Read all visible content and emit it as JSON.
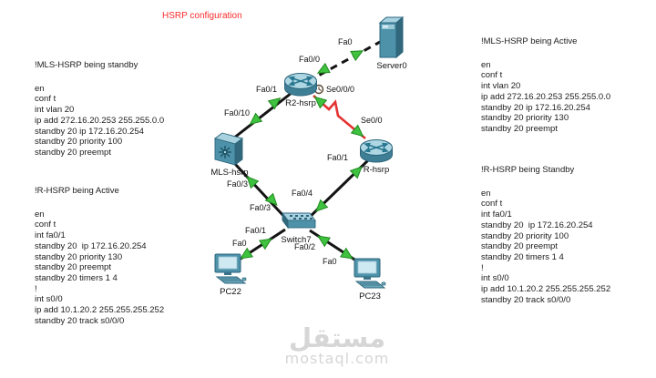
{
  "title": {
    "text": "HSRP configuration",
    "color": "#fb2b2b"
  },
  "config_blocks": [
    {
      "title": "!MLS-HSRP being standby",
      "lines": [
        "en",
        "conf t",
        "int vlan 20",
        "ip add 272.16.20.253 255.255.0.0",
        "standby 20 ip 172.16.20.254",
        "standby 20 priority 100",
        "standby 20 preempt"
      ]
    },
    {
      "title": "!R-HSRP being Active",
      "lines": [
        "en",
        "conf t",
        "int fa0/1",
        "standby 20  ip 172.16.20.254",
        "standby 20 priority 130",
        "standby 20 preempt",
        "standby 20 timers 1 4",
        "!",
        "int s0/0",
        "ip add 10.1.20.2 255.255.255.252",
        "standby 20 track s0/0/0"
      ]
    },
    {
      "title": "!MLS-HSRP being Active",
      "lines": [
        "en",
        "conf t",
        "int vlan 20",
        "ip add 272.16.20.253 255.255.0.0",
        "standby 20 ip 172.16.20.254",
        "standby 20 priority 130",
        "standby 20 preempt"
      ]
    },
    {
      "title": "!R-HSRP being Standby",
      "lines": [
        "en",
        "conf t",
        "int fa0/1",
        "standby 20  ip 172.16.20.254",
        "standby 20 priority 100",
        "standby 20 preempt",
        "standby 20 timers 1 4",
        "!",
        "int s0/0",
        "ip add 10.1.20.2 255.255.255.252",
        "standby 20 track s0/0/0"
      ]
    }
  ],
  "devices": {
    "server": {
      "name": "Server0",
      "type": "server"
    },
    "r2": {
      "name": "R2-hsrp",
      "type": "router"
    },
    "mls": {
      "name": "MLS-hsrp",
      "type": "multilayer-switch"
    },
    "r": {
      "name": "R-hsrp",
      "type": "router"
    },
    "switch": {
      "name": "Switch7",
      "type": "switch"
    },
    "pc22": {
      "name": "PC22",
      "type": "pc"
    },
    "pc23": {
      "name": "PC23",
      "type": "pc"
    }
  },
  "ports": {
    "server_fa0": "Fa0",
    "r2_fa00": "Fa0/0",
    "r2_fa01": "Fa0/1",
    "mls_fa010": "Fa0/10",
    "r2_se000": "Se0/0/0",
    "r_se00": "Se0/0",
    "r_fa01": "Fa0/1",
    "mls_fa03": "Fa0/3",
    "sw_fa04": "Fa0/4",
    "sw_fa03": "Fa0/3",
    "sw_fa01": "Fa0/1",
    "pc22_fa0": "Fa0",
    "sw_fa02": "Fa0/2",
    "pc23_fa0": "Fa0"
  },
  "colors": {
    "link": "#141414",
    "serial_link": "#e53333",
    "status_up_triangle": "#3fc23f",
    "device_body": "#4e92aa",
    "title_red": "#fb2b2b"
  },
  "watermark": {
    "logo": "مستقل",
    "domain": "mostaql.com"
  }
}
